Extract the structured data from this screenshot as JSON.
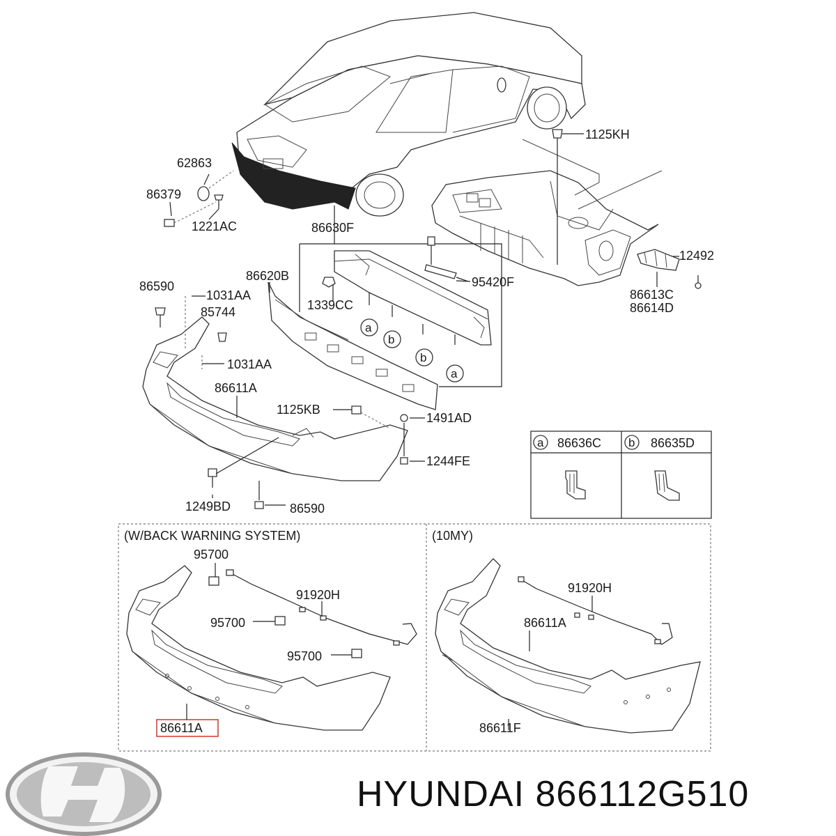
{
  "labels": {
    "p62863": "62863",
    "p86379": "86379",
    "p1221AC": "1221AC",
    "p1125KH": "1125KH",
    "p86630F": "86630F",
    "p12492": "12492",
    "p95420F": "95420F",
    "p86613C": "86613C",
    "p86614D": "86614D",
    "p86620B": "86620B",
    "p1339CC": "1339CC",
    "p86590a": "86590",
    "p1031AAa": "1031AA",
    "p85744": "85744",
    "p1031AAb": "1031AA",
    "p86611A": "86611A",
    "p1125KB": "1125KB",
    "p1491AD": "1491AD",
    "p1244FE": "1244FE",
    "p1249BD": "1249BD",
    "p86590b": "86590"
  },
  "callouts": {
    "a": "a",
    "b": "b"
  },
  "legend": {
    "a_code": "86636C",
    "b_code": "86635D"
  },
  "sections": {
    "left_title": "(W/BACK WARNING SYSTEM)",
    "right_title": "(10MY)",
    "left_95700a": "95700",
    "left_91920H": "91920H",
    "left_95700b": "95700",
    "left_95700c": "95700",
    "left_86611A": "86611A",
    "right_91920H": "91920H",
    "right_86611A": "86611A",
    "right_86611F": "86611F"
  },
  "brand": {
    "caption": "HYUNDAI 866112G510",
    "logo": "hyundai-logo"
  },
  "colors": {
    "highlight": "#d9322a",
    "line": "#222222"
  }
}
